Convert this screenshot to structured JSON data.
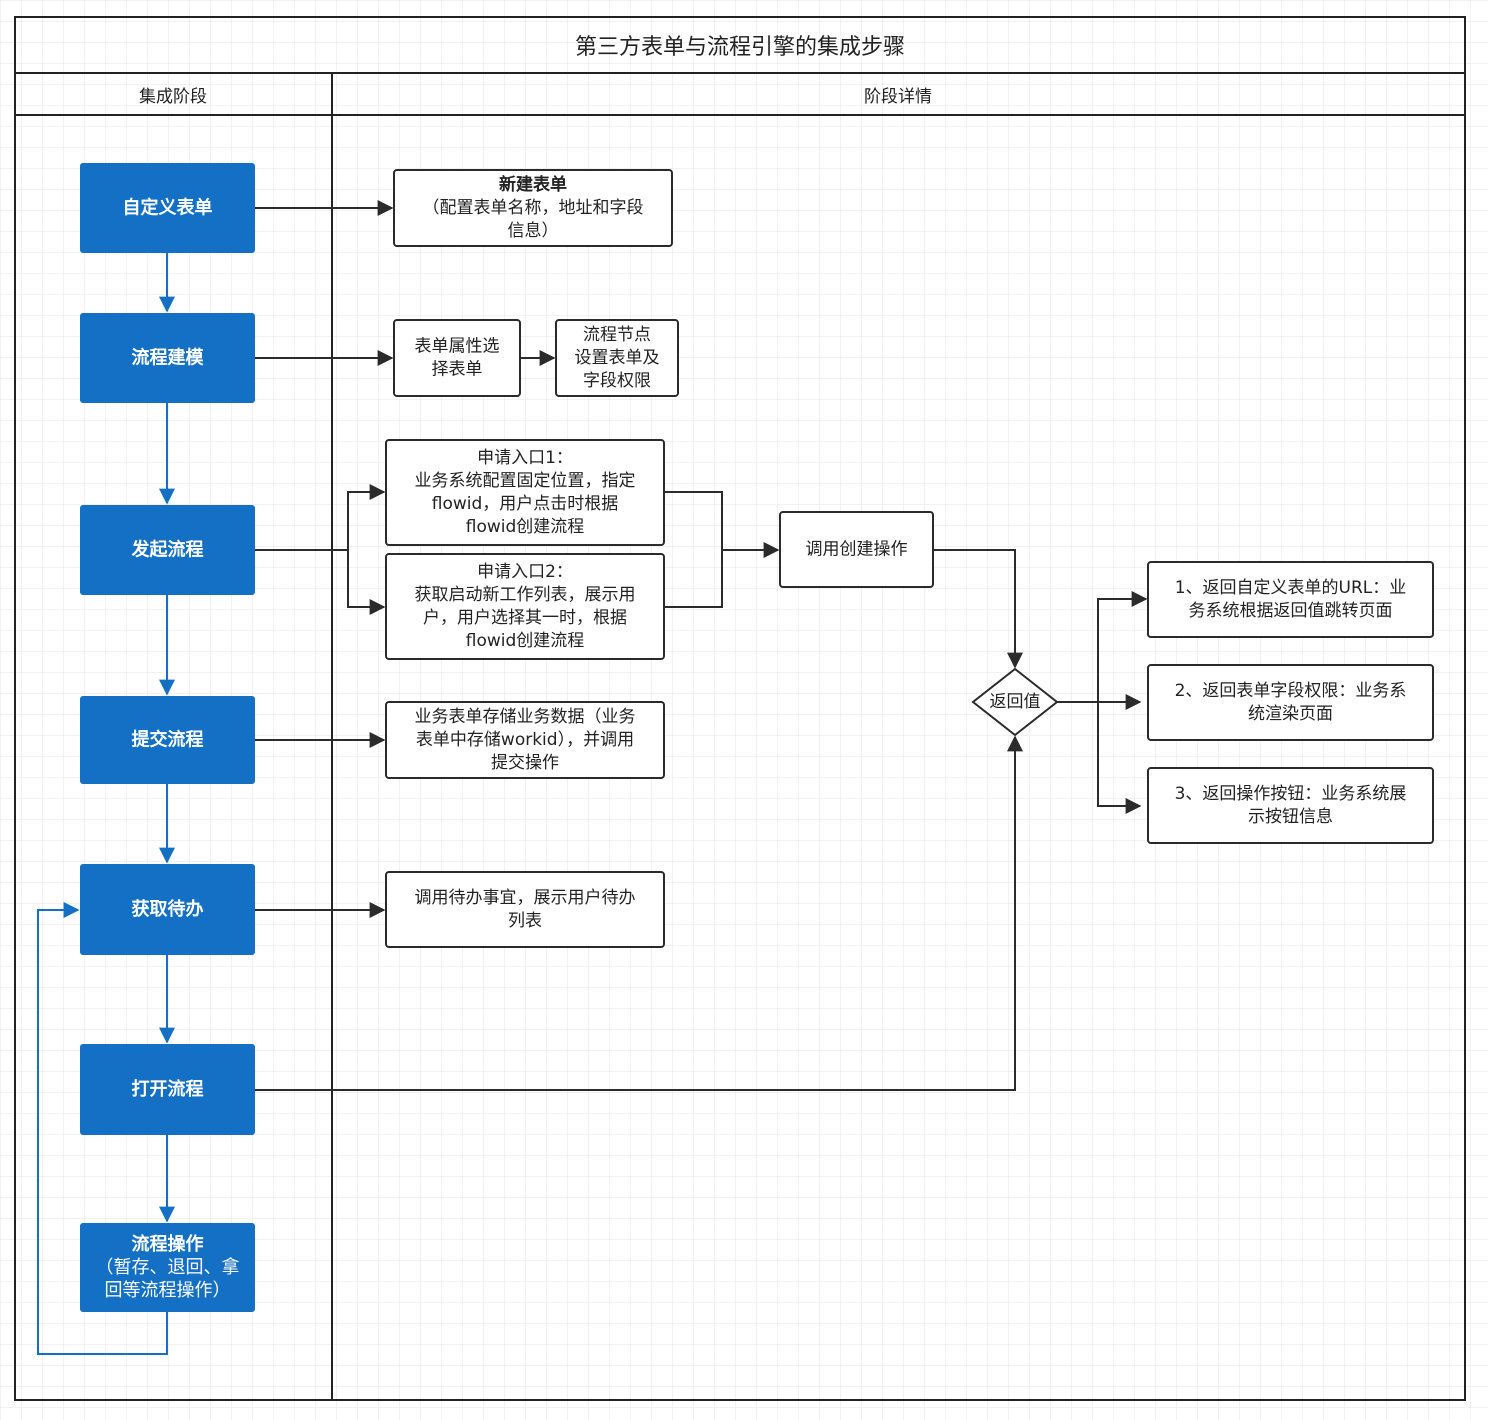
{
  "diagram": {
    "title": "第三方表单与流程引擎的集成步骤",
    "lanes": {
      "left_header": "集成阶段",
      "right_header": "阶段详情"
    },
    "stages": [
      {
        "id": "custom-form",
        "lines": [
          "自定义表单"
        ]
      },
      {
        "id": "process-modeling",
        "lines": [
          "流程建模"
        ]
      },
      {
        "id": "start-process",
        "lines": [
          "发起流程"
        ]
      },
      {
        "id": "submit-process",
        "lines": [
          "提交流程"
        ]
      },
      {
        "id": "get-todo",
        "lines": [
          "获取待办"
        ]
      },
      {
        "id": "open-process",
        "lines": [
          "打开流程"
        ]
      },
      {
        "id": "process-operation",
        "lines": [
          "流程操作",
          "（暂存、退回、拿",
          "回等流程操作）"
        ]
      }
    ],
    "details": [
      {
        "id": "new-form",
        "lines": [
          "新建表单",
          "（配置表单名称，地址和字段",
          "信息）"
        ]
      },
      {
        "id": "form-attr-select",
        "lines": [
          "表单属性选",
          "择表单"
        ]
      },
      {
        "id": "node-form-perm",
        "lines": [
          "流程节点",
          "设置表单及",
          "字段权限"
        ]
      },
      {
        "id": "entry-1",
        "lines": [
          "申请入口1：",
          "业务系统配置固定位置，指定",
          "flowid，用户点击时根据",
          "flowid创建流程"
        ]
      },
      {
        "id": "entry-2",
        "lines": [
          "申请入口2：",
          "获取启动新工作列表，展示用",
          "户，用户选择其一时，根据",
          "flowid创建流程"
        ]
      },
      {
        "id": "call-create",
        "lines": [
          "调用创建操作"
        ]
      },
      {
        "id": "store-data",
        "lines": [
          "业务表单存储业务数据（业务",
          "表单中存储workid），并调用",
          "提交操作"
        ]
      },
      {
        "id": "call-todo",
        "lines": [
          "调用待办事宜，展示用户待办",
          "列表"
        ]
      }
    ],
    "decision": {
      "label": "返回值"
    },
    "returns": [
      {
        "id": "return-url",
        "lines": [
          "1、返回自定义表单的URL：业",
          "务系统根据返回值跳转页面"
        ]
      },
      {
        "id": "return-perm",
        "lines": [
          "2、返回表单字段权限：业务系",
          "统渲染页面"
        ]
      },
      {
        "id": "return-buttons",
        "lines": [
          "3、返回操作按钮：业务系统展",
          "示按钮信息"
        ]
      }
    ]
  }
}
